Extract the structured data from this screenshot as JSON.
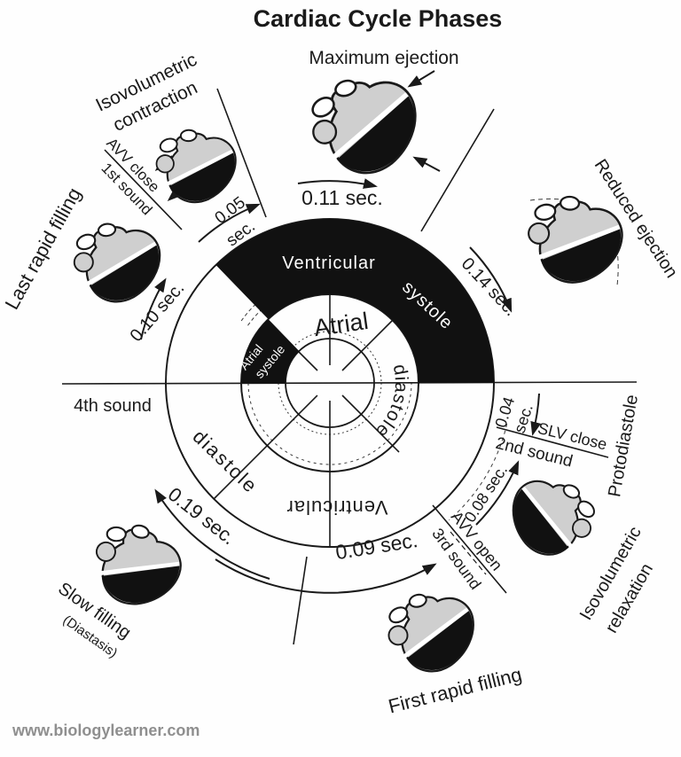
{
  "title": "Cardiac Cycle Phases",
  "watermark": "www.biologylearner.com",
  "center": {
    "ventricular_systole_word1": "Ventricular",
    "ventricular_systole_word2": "systole",
    "atrial_diastole_word1": "Atrial",
    "atrial_diastole_word2": "diastole",
    "atrial_systole_line1": "Atrial",
    "atrial_systole_line2": "systole",
    "ventricular_diastole_word1": "Ventricular",
    "ventricular_diastole_word2": "diastole"
  },
  "phases": {
    "maximum_ejection": {
      "label": "Maximum ejection",
      "duration": "0.11 sec."
    },
    "isovolumetric_contraction": {
      "label_line1": "Isovolumetric",
      "label_line2": "contraction",
      "duration_value": "0.05",
      "duration_unit": "sec."
    },
    "reduced_ejection": {
      "label": "Reduced ejection",
      "duration": "0.14 sec."
    },
    "protodiastole": {
      "label": "Protodiastole",
      "duration_value": "0.04",
      "duration_unit": "sec."
    },
    "isovolumetric_relaxation": {
      "label_line1": "Isovolumetric",
      "label_line2": "relaxation",
      "duration": "0.08 sec."
    },
    "first_rapid_filling": {
      "label": "First rapid filling",
      "duration": "0.09 sec."
    },
    "slow_filling": {
      "label": "Slow filling",
      "label_note": "(Diastasis)",
      "duration": "0.19 sec."
    },
    "last_rapid_filling": {
      "label": "Last rapid filling",
      "duration": "0.10 sec."
    }
  },
  "events": {
    "avv_close": "AVV close",
    "first_sound": "1st sound",
    "slv_close": "SLV close",
    "second_sound": "2nd sound",
    "avv_open": "AVV open",
    "third_sound": "3rd sound",
    "fourth_sound": "4th sound"
  },
  "colors": {
    "ink": "#1a1a1a",
    "heart_gray": "#cfcfcf",
    "black_fill": "#111111"
  }
}
